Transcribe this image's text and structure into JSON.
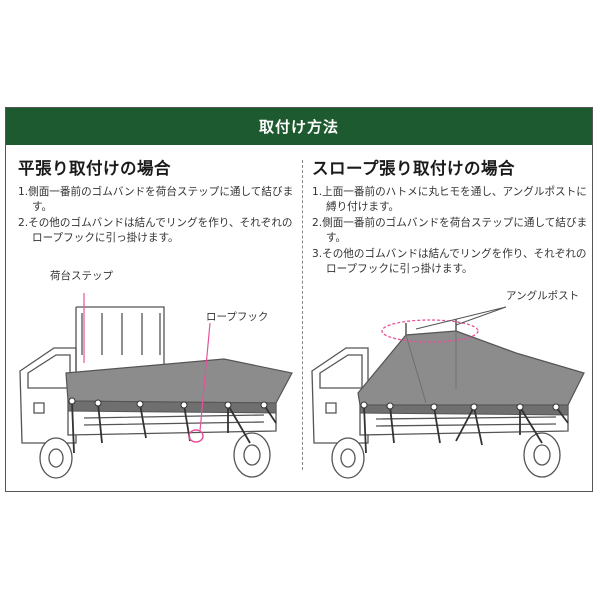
{
  "header": {
    "title": "取付け方法",
    "bg_color": "#1e5a2f"
  },
  "left": {
    "title": "平張り取付けの場合",
    "steps": [
      "1.側面一番前のゴムバンドを荷台ステップに通して結びます。",
      "2.その他のゴムバンドは結んでリングを作り、それぞれのロープフックに引っ掛けます。"
    ],
    "callouts": {
      "step": "荷台ステップ",
      "hook": "ロープフック"
    }
  },
  "right": {
    "title": "スロープ張り取付けの場合",
    "steps": [
      "1.上面一番前のハトメに丸ヒモを通し、アングルポストに縛り付けます。",
      "2.側面一番前のゴムバンドを荷台ステップに通して結びます。",
      "3.その他のゴムバンドは結んでリングを作り、それぞれのロープフックに引っ掛けます。"
    ],
    "callouts": {
      "post": "アングルポスト"
    }
  },
  "colors": {
    "cover": "#8c8c8c",
    "cover_dark": "#6f6f6f",
    "highlight": "#e6529b",
    "line": "#555555"
  }
}
